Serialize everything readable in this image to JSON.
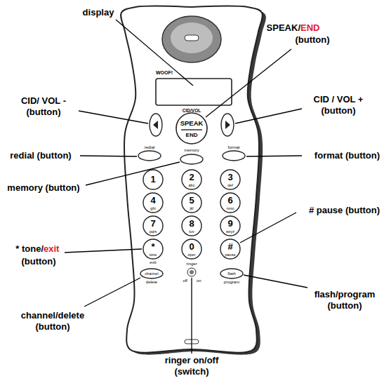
{
  "diagram": {
    "labels": [
      "display",
      "SPEAK/",
      "END",
      "(button)",
      "CID/ VOL - (button)",
      "CID / VOL + (button)",
      "redial (button)",
      "format (button)",
      "memory (button)",
      "# pause (button)",
      "* tone/",
      "exit",
      "(button)",
      "flash/program (button)",
      "channel/delete (button)",
      "ringer on/off (switch)",
      "WOOF!",
      "CID/VOL",
      "SPEAK",
      "END",
      "redial",
      "memory",
      "format",
      "1",
      "2",
      "abc",
      "3",
      "def",
      "4",
      "ghi",
      "5",
      "jkl",
      "6",
      "mno",
      "7",
      "pqrs",
      "8",
      "tuv",
      "9",
      "wxyz",
      "*",
      "tone",
      "0",
      "oper",
      "#",
      "pause",
      "exit",
      "channel",
      "delete",
      "ringer",
      "off",
      "on",
      "flash",
      "program"
    ]
  }
}
